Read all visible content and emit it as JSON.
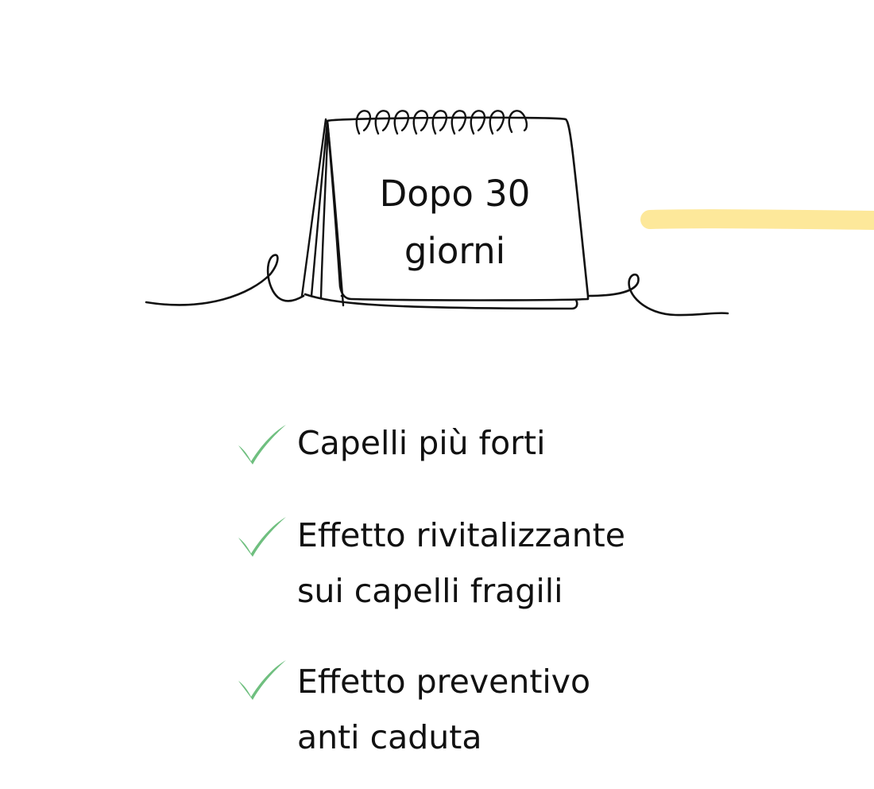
{
  "calendar": {
    "line1": "Dopo 30",
    "line2": "giorni"
  },
  "benefits": [
    {
      "lines": [
        "Capelli più forti"
      ]
    },
    {
      "lines": [
        "Effetto rivitalizzante",
        "sui capelli fragili"
      ]
    },
    {
      "lines": [
        "Effetto preventivo",
        "anti caduta"
      ]
    }
  ],
  "colors": {
    "check": "#6fbf7f",
    "highlight": "#fde89a",
    "line_art": "#111111"
  },
  "icons": {
    "calendar": "desk-calendar-icon",
    "check": "check-mark-icon"
  }
}
